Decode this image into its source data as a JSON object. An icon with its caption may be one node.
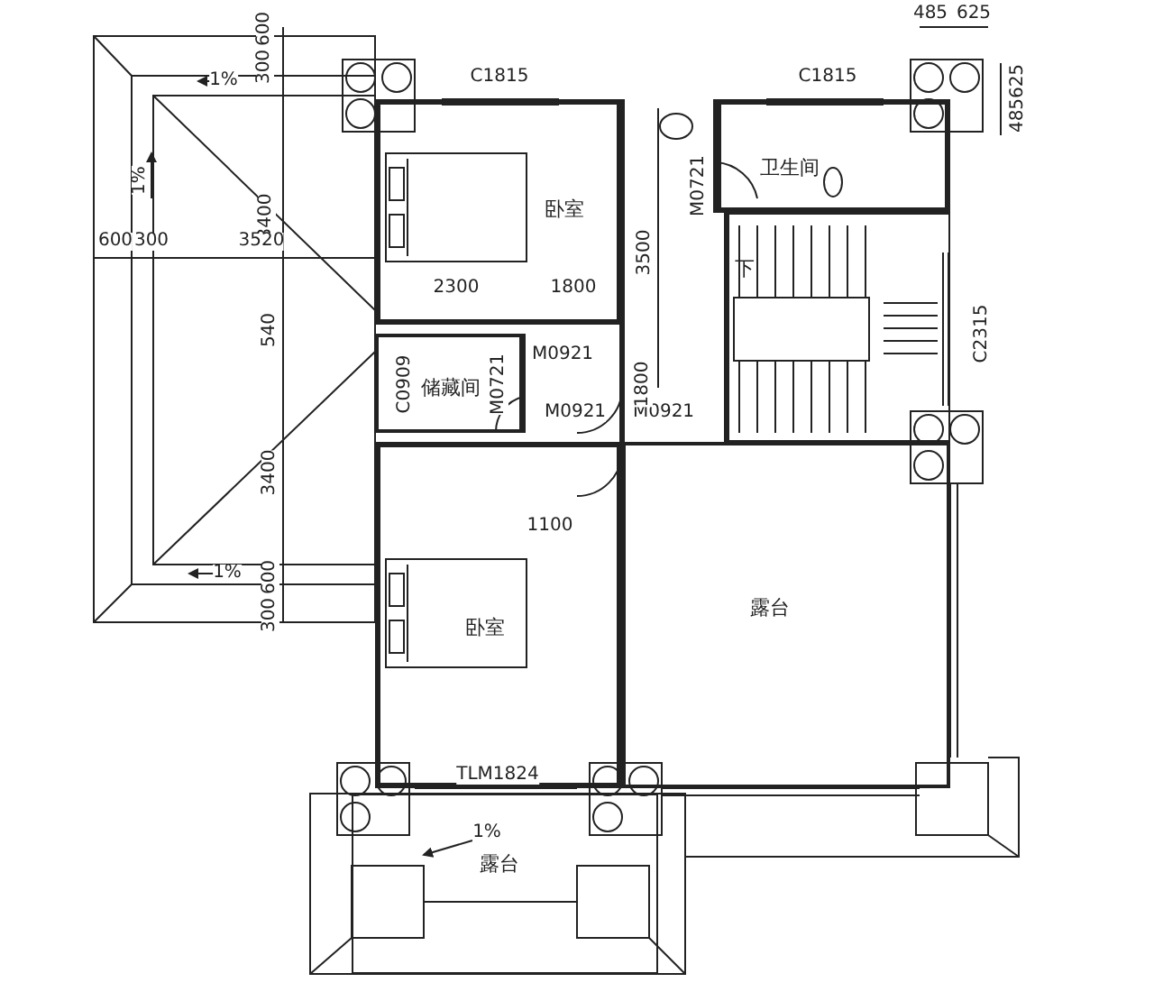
{
  "diagram": {
    "nodes": [
      {
        "text": [
          "卧室"
        ]
      },
      {
        "text": [
          "卫生间"
        ]
      },
      {
        "text": [
          "下"
        ]
      },
      {
        "text": [
          "储藏间"
        ]
      },
      {
        "text": [
          "卧室"
        ]
      },
      {
        "text": [
          "露台"
        ]
      },
      {
        "text": [
          "露台"
        ]
      }
    ],
    "labels": [
      "485",
      "625",
      "600",
      "300",
      "1%",
      "C1815",
      "C1815",
      "625",
      "485",
      "1%",
      "3400",
      "600",
      "300",
      "3520",
      "M0721",
      "3500",
      "2300",
      "1800",
      "540",
      "M0921",
      "C2315",
      "C0909",
      "M0721",
      "M0921",
      "M0921",
      "1800",
      "3400",
      "1100",
      "1%",
      "600",
      "300",
      "TLM1824",
      "1%"
    ]
  }
}
